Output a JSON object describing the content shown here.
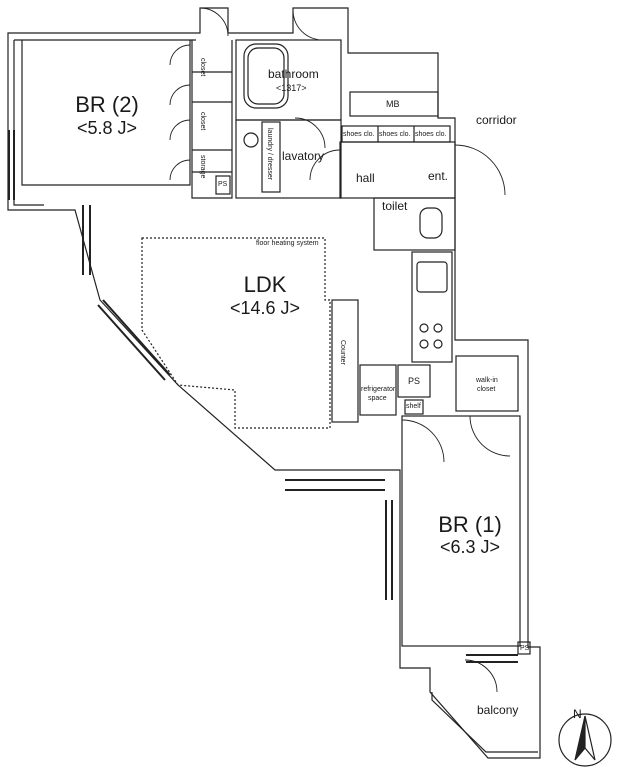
{
  "rooms": {
    "br2": {
      "name": "BR (2)",
      "area": "<5.8 J>"
    },
    "ldk": {
      "name": "LDK",
      "area": "<14.6 J>"
    },
    "br1": {
      "name": "BR (1)",
      "area": "<6.3 J>"
    }
  },
  "labels": {
    "bathroom": "bathroom",
    "bathroom_size": "<1317>",
    "mb": "MB",
    "corridor": "corridor",
    "shoes_closet": "shoes clo.",
    "lavatory": "lavatory",
    "laundry_dresser": "laundry / dresser",
    "hall": "hall",
    "entrance": "ent.",
    "toilet": "toilet",
    "closet": "closet",
    "storage": "storage",
    "ps": "PS",
    "floor_heating": "floor heating system",
    "counter": "Counter",
    "refrigerator_1": "refrigerator",
    "refrigerator_2": "space",
    "shelf": "shelf",
    "walkin_1": "walk-in",
    "walkin_2": "closet",
    "balcony": "balcony",
    "north": "N"
  }
}
